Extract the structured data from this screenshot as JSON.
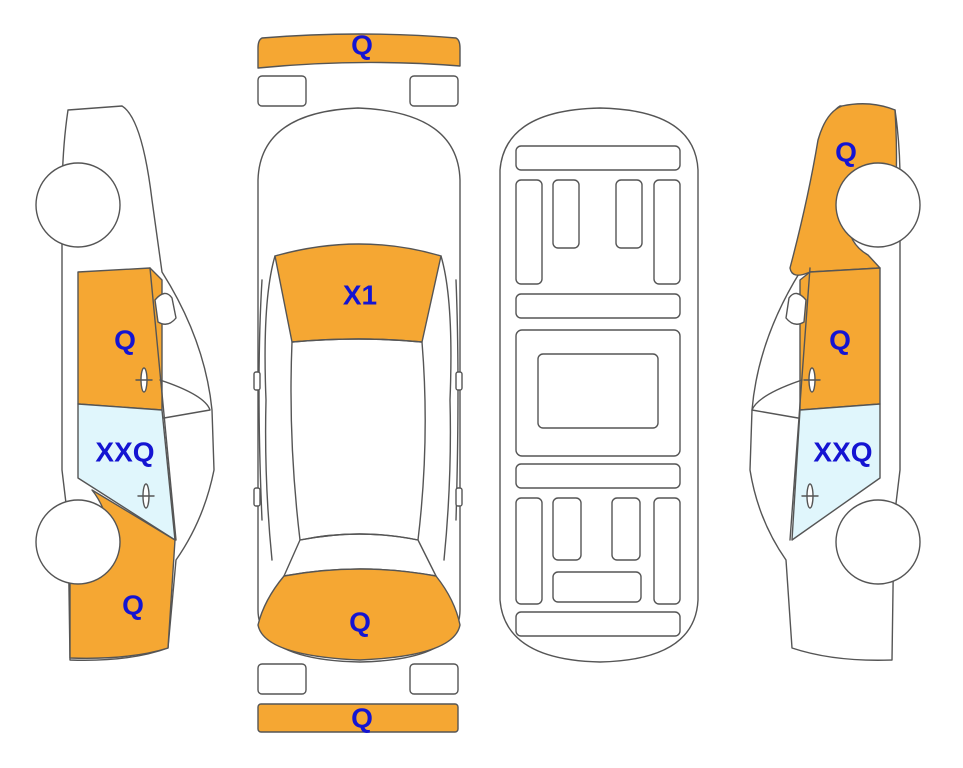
{
  "colors": {
    "damage_fill": "#F5A733",
    "glass_damage_fill": "#E0F6FC",
    "label_text": "#1414D2",
    "outline": "#555555",
    "background": "#FFFFFF"
  },
  "views": {
    "left_side": {
      "door": "Q",
      "window": "XXQ",
      "rear_quarter": "Q"
    },
    "top": {
      "front_bumper": "Q",
      "hood": "X1",
      "trunk": "Q",
      "rear_bumper": "Q"
    },
    "right_side": {
      "front_fender": "Q",
      "door": "Q",
      "window": "XXQ"
    }
  }
}
